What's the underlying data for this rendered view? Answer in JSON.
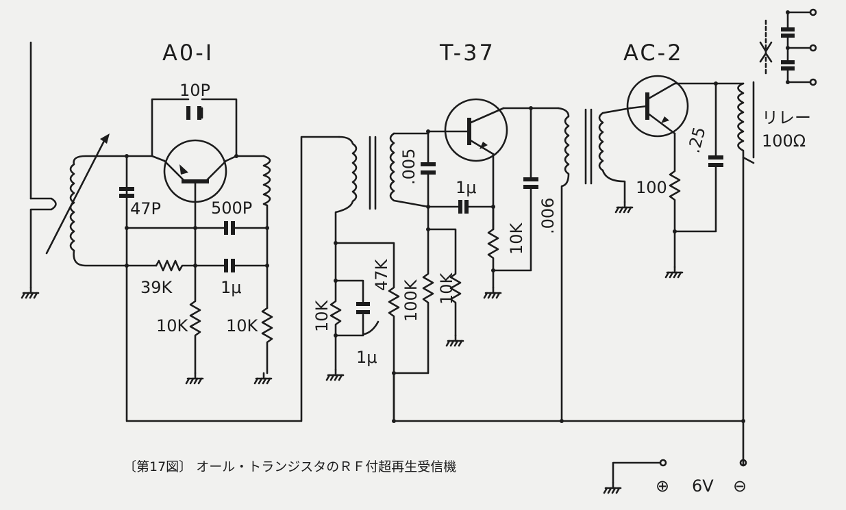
{
  "transistors": {
    "t1": "A0-I",
    "t2": "T-37",
    "t3": "AC-2"
  },
  "components": {
    "c_10p": "10P",
    "c_47p": "47P",
    "c_500p": "500P",
    "r_39k": "39K",
    "c_1u_a": "1μ",
    "r_10k_a": "10K",
    "r_10k_b": "10K",
    "c_005": ".005",
    "c_1u_b": "1μ",
    "r_10k_c": "10K",
    "c_006": ".006",
    "r_10k_d": "10K",
    "r_47k": "47K",
    "r_100k": "100K",
    "r_10k_e": "10K",
    "c_1u_c": "1μ",
    "r_100": "100",
    "c_25": ".25",
    "relay_label": "リレー",
    "relay_value": "100Ω"
  },
  "caption": "〔第17図〕 オール・トランジスタのＲＦ付超再生受信機",
  "battery": {
    "plus": "⊕",
    "voltage": "6V",
    "minus": "⊖"
  }
}
